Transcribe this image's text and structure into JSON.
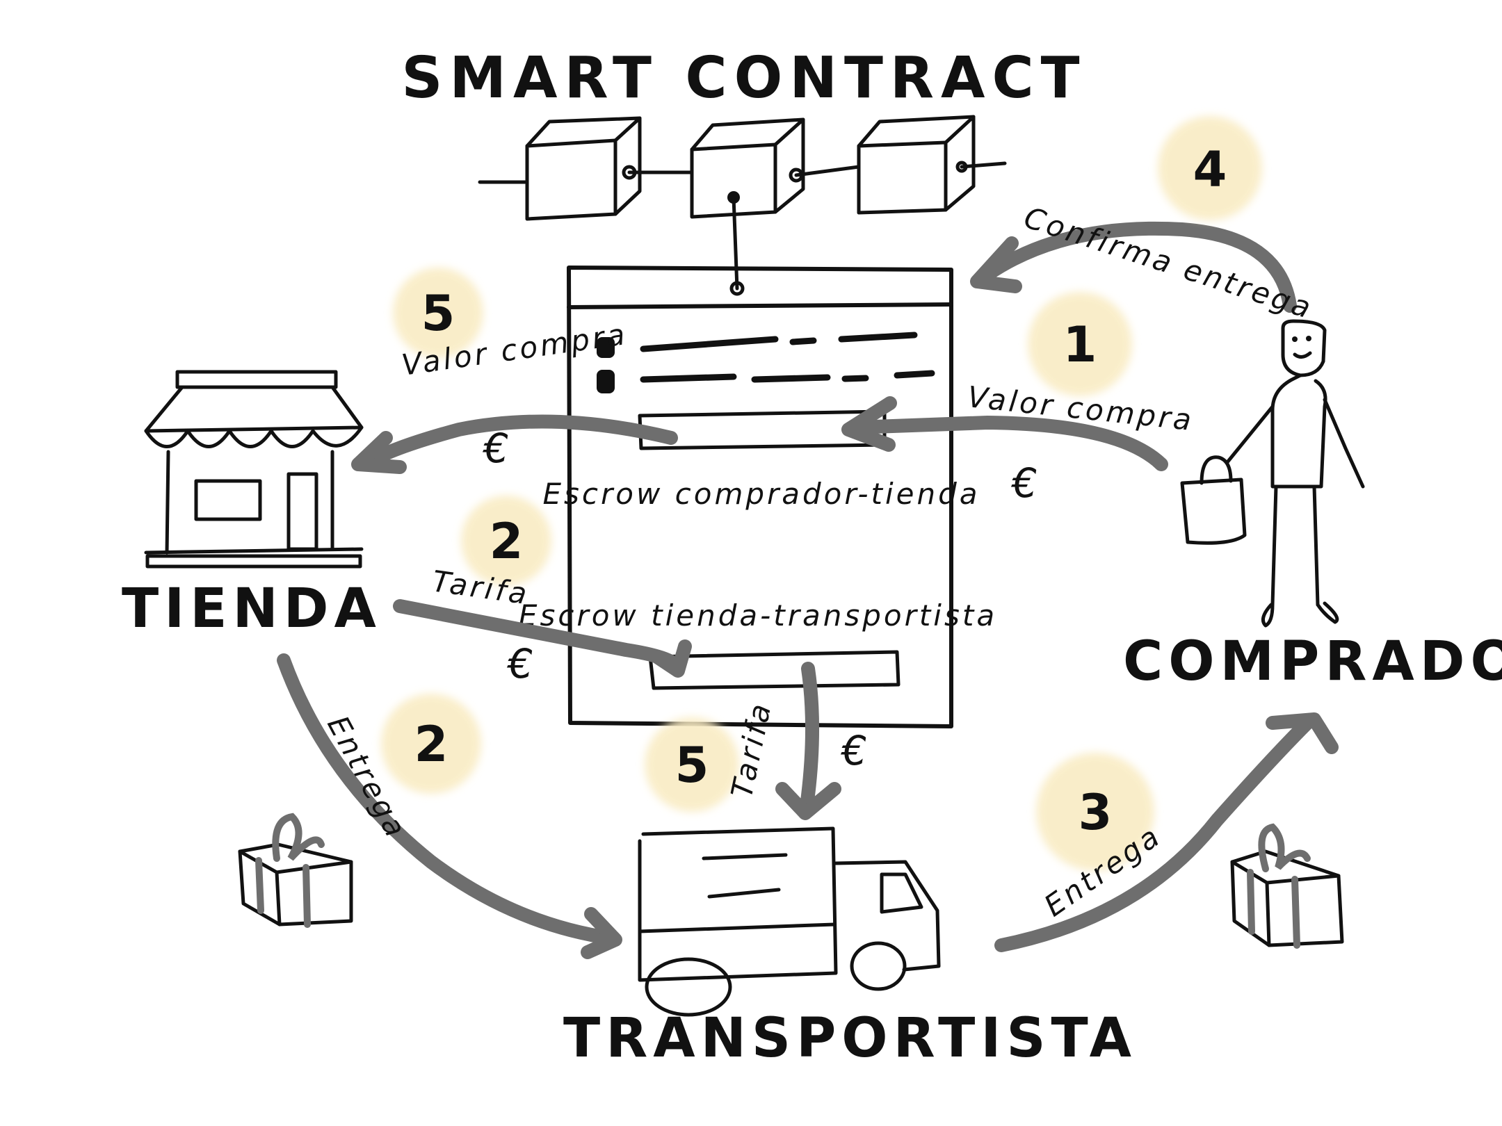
{
  "title": "SMART CONTRACT",
  "actors": {
    "tienda": "TIENDA",
    "comprador": "COMPRADOR",
    "transportista": "TRANSPORTISTA"
  },
  "escrows": {
    "buyer_store": "Escrow comprador-tienda",
    "store_carrier": "Escrow tienda-transportista"
  },
  "steps": [
    {
      "number": "1",
      "label": "Valor compra",
      "currency": "€"
    },
    {
      "number": "2",
      "label": "Tarifa",
      "currency": "€"
    },
    {
      "number": "2",
      "label": "Entrega"
    },
    {
      "number": "3",
      "label": "Entrega"
    },
    {
      "number": "4",
      "label": "Confirma entrega"
    },
    {
      "number": "5",
      "label": "Valor compra",
      "currency": "€"
    },
    {
      "number": "5",
      "label": "Tarifa",
      "currency": "€"
    }
  ],
  "colors": {
    "ink": "#111111",
    "flow_arrow": "#6e6e6e",
    "step_badge": "#f9ecc4"
  }
}
